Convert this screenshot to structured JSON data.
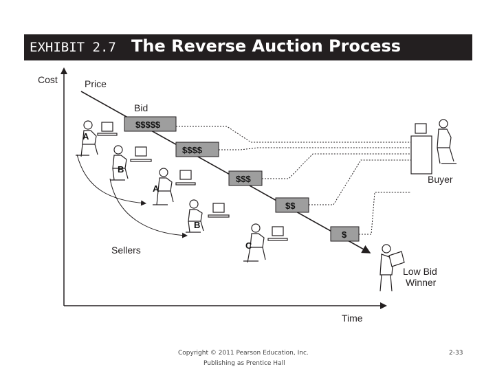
{
  "header": {
    "exhibit": "EXHIBIT 2.7",
    "title": "The Reverse Auction Process"
  },
  "diagram": {
    "y_axis_label": "Cost",
    "x_axis_label": "Time",
    "price_label": "Price",
    "bid_label": "Bid",
    "bids": [
      "$$$$$",
      "$$$$",
      "$$$",
      "$$",
      "$"
    ],
    "seller_letters": [
      "A",
      "B",
      "A",
      "B",
      "C"
    ],
    "buyer_label": "Buyer",
    "sellers_label": "Sellers",
    "winner_label_line1": "Low Bid",
    "winner_label_line2": "Winner",
    "colors": {
      "bid_box": "#9e9e9e",
      "ink": "#231f20"
    }
  },
  "footer": {
    "copyright_line1": "Copyright © 2011 Pearson Education, Inc.",
    "copyright_line2": "Publishing as Prentice Hall",
    "page_number": "2-33"
  }
}
